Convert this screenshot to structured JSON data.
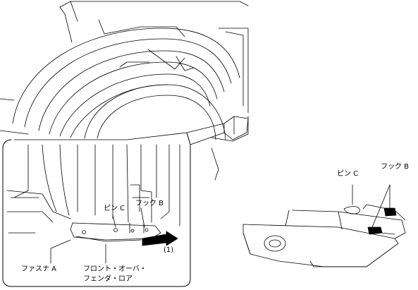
{
  "callouts": {
    "fastener_a": "ファスナ A",
    "front_over_fender_lower_1": "フロント・オーバ・",
    "front_over_fender_lower_2": "フェンダ・ロア",
    "pin_c_inset": "ピン C",
    "hook_b_inset": "フック B",
    "step_number": "(1)",
    "pin_c_detail": "ピン C",
    "hook_b_detail": "フック B"
  },
  "colors": {
    "line": "#000000",
    "background": "#ffffff",
    "arrow": "#000000"
  }
}
